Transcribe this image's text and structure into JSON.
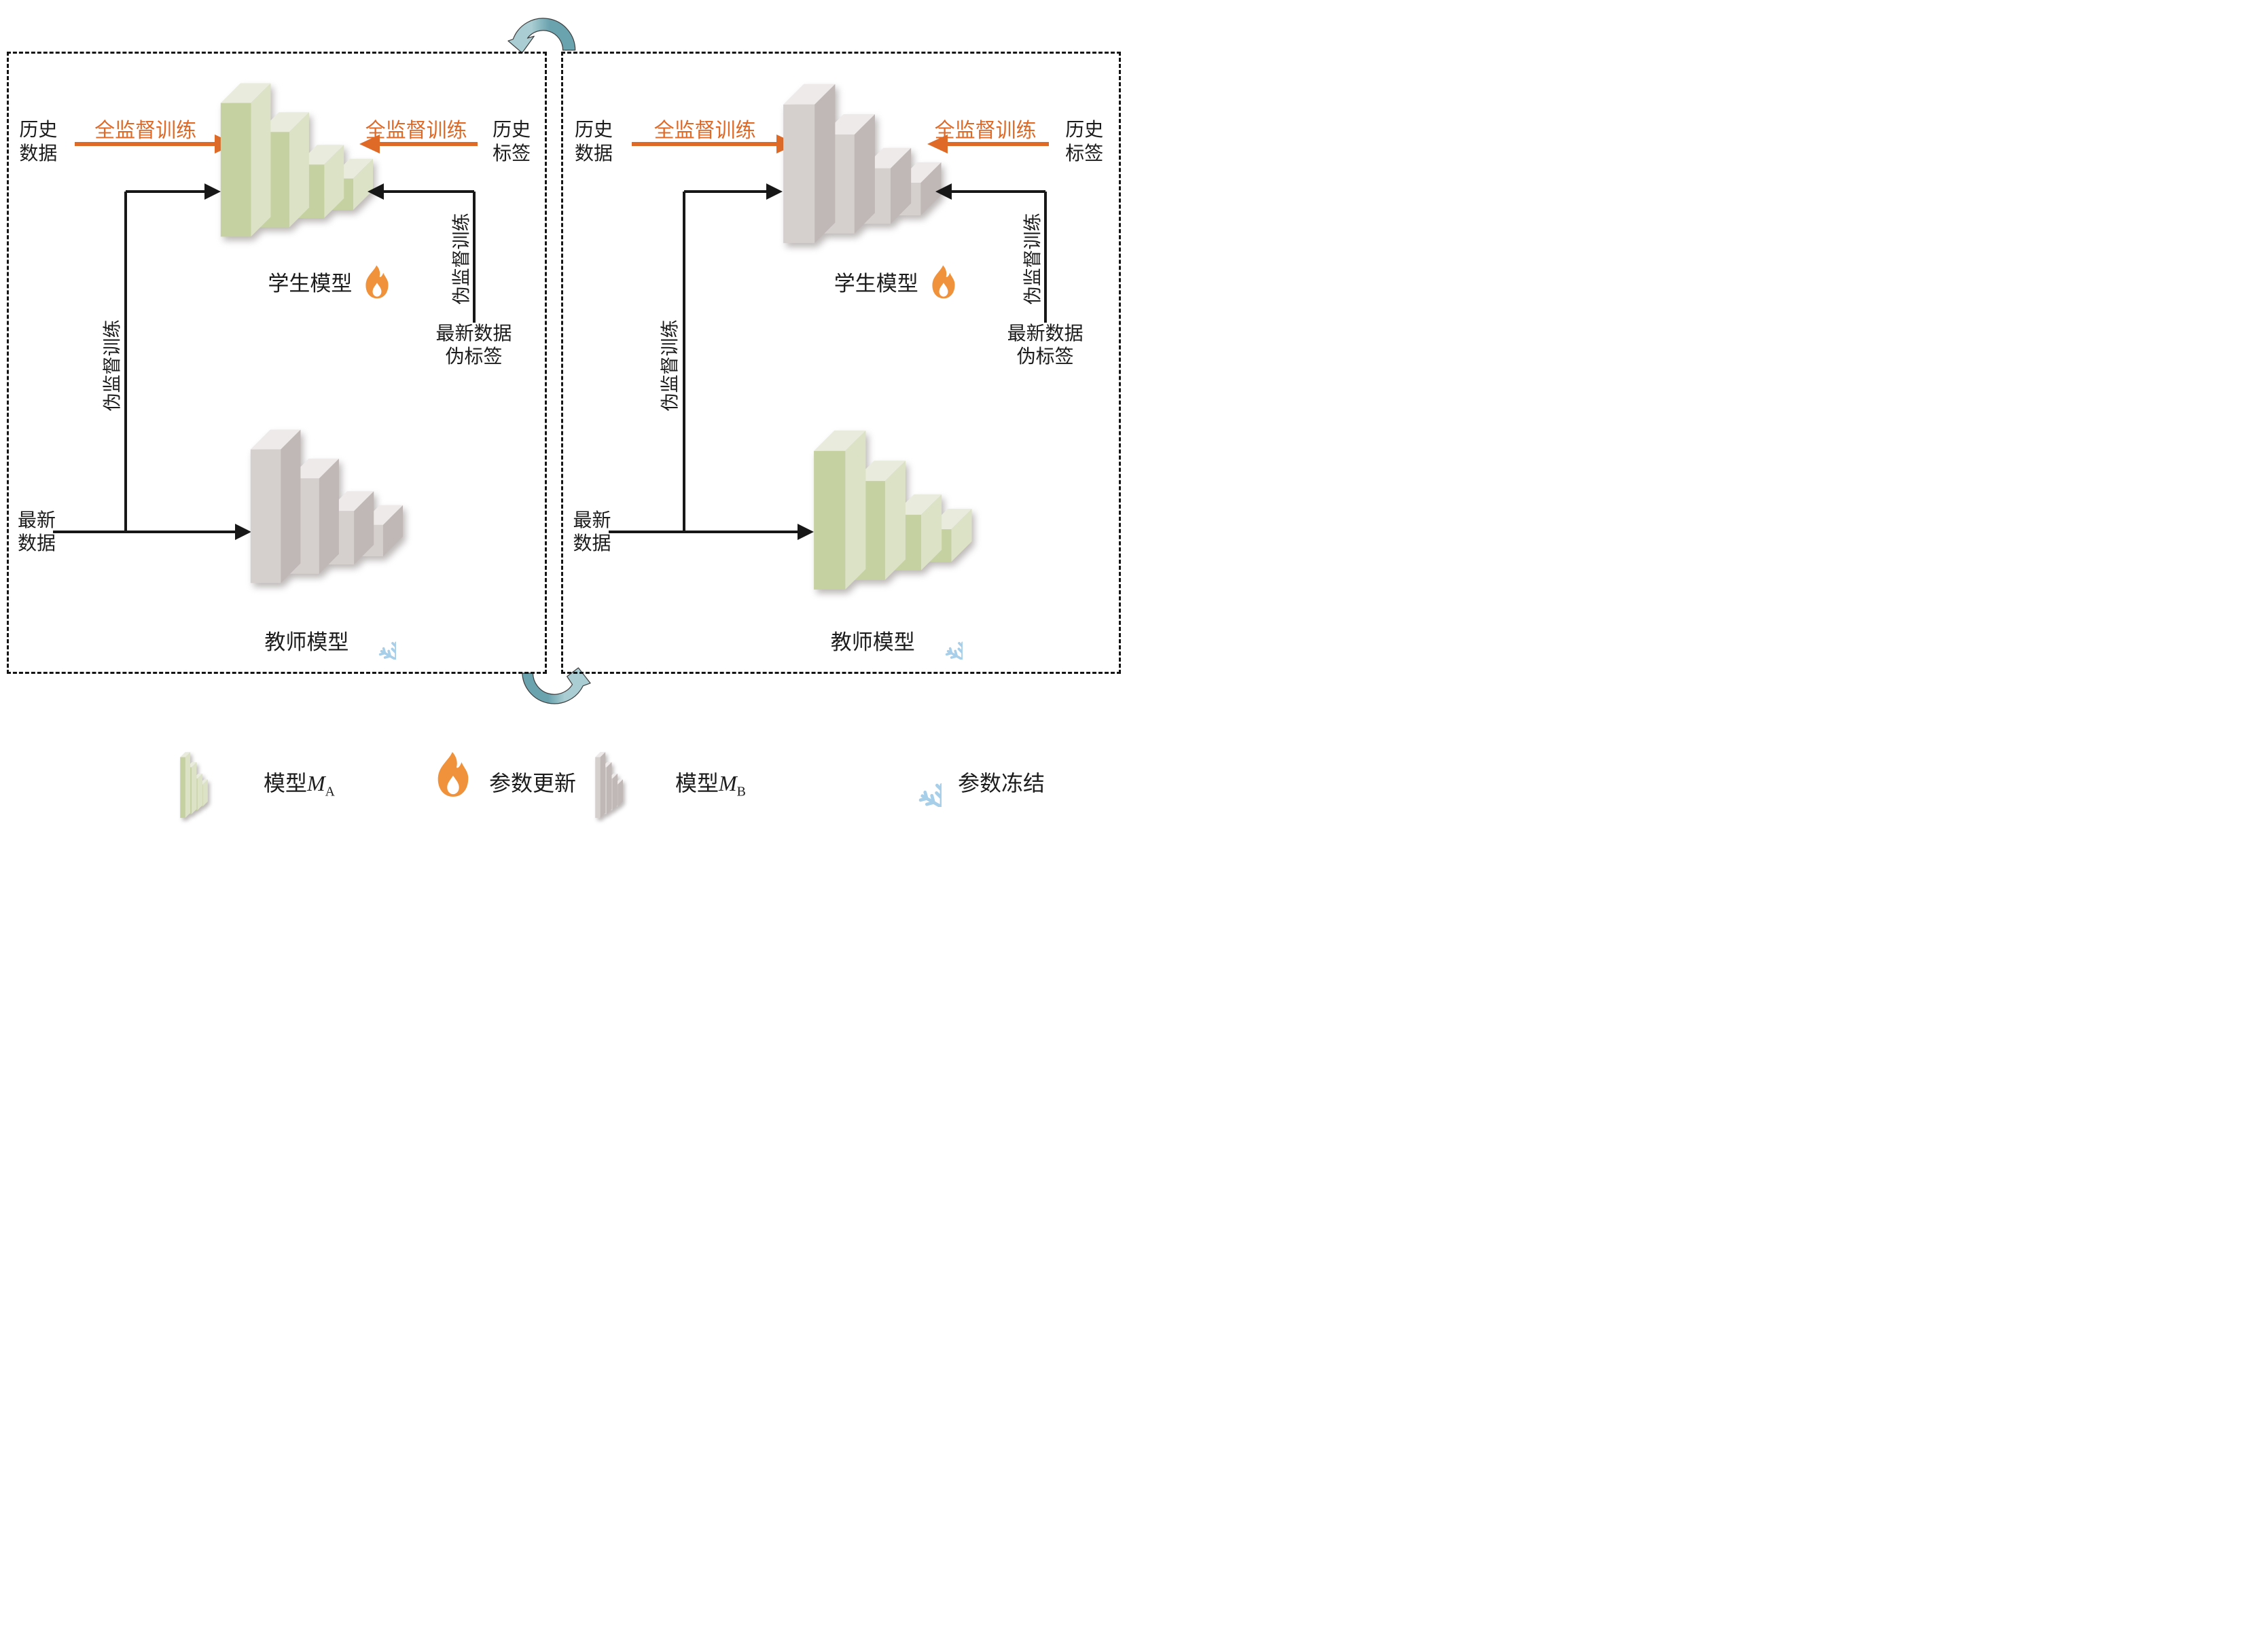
{
  "colors": {
    "orange": "#df6a28",
    "flame_orange": "#f0923c",
    "snowflake_blue": "#a7cfe9",
    "arc_teal_light": "#a9cdd2",
    "arc_teal_dark": "#6aa2ae",
    "model_a_green_front": "#c6d1a1",
    "model_a_green_top": "#e9ecdc",
    "model_a_green_side": "#dce2c6",
    "model_b_gray_front": "#d5cfce",
    "model_b_gray_top": "#edeae9",
    "model_b_gray_side": "#c0b8b7",
    "line_black": "#171717"
  },
  "panels": [
    {
      "side": "left",
      "history_data": [
        "历史",
        "数据"
      ],
      "full_supervised_left": "全监督训练",
      "full_supervised_right": "全监督训练",
      "history_label": [
        "历史",
        "标签"
      ],
      "student_model_label": "学生模型",
      "pseudo_supervised_left": "伪监督训练",
      "pseudo_supervised_right": "伪监督训练",
      "latest_data": [
        "最新",
        "数据"
      ],
      "latest_pseudo_label": [
        "最新数据",
        "伪标签"
      ],
      "teacher_model_label": "教师模型",
      "student_stack": "green",
      "teacher_stack": "gray"
    },
    {
      "side": "right",
      "history_data": [
        "历史",
        "数据"
      ],
      "full_supervised_left": "全监督训练",
      "full_supervised_right": "全监督训练",
      "history_label": [
        "历史",
        "标签"
      ],
      "student_model_label": "学生模型",
      "pseudo_supervised_left": "伪监督训练",
      "pseudo_supervised_right": "伪监督训练",
      "latest_data": [
        "最新",
        "数据"
      ],
      "latest_pseudo_label": [
        "最新数据",
        "伪标签"
      ],
      "teacher_model_label": "教师模型",
      "student_stack": "gray",
      "teacher_stack": "green"
    }
  ],
  "legend": {
    "items": [
      {
        "icon": "model-stack-green",
        "label": "模型",
        "math": "M",
        "sub": "A"
      },
      {
        "icon": "flame",
        "label": "参数更新"
      },
      {
        "icon": "model-stack-gray",
        "label": "模型",
        "math": "M",
        "sub": "B"
      },
      {
        "icon": "snowflake",
        "label": "参数冻结"
      }
    ]
  }
}
